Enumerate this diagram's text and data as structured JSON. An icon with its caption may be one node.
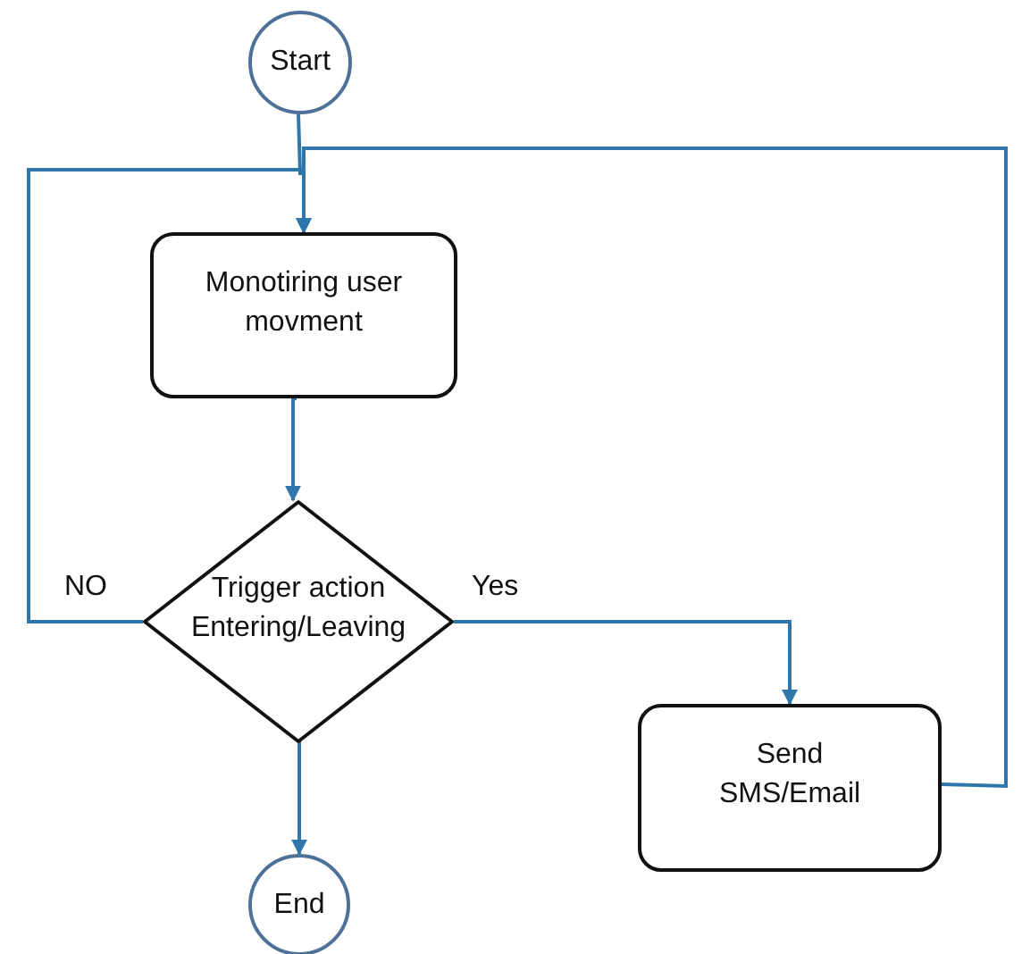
{
  "diagram": {
    "nodes": [
      {
        "text": [
          "Start"
        ]
      },
      {
        "text": [
          "Monotiring user movment"
        ]
      },
      {
        "text": [
          "Trigger action Entering/Leaving"
        ]
      },
      {
        "text": [
          "Send SMS/Email"
        ]
      },
      {
        "text": [
          "End"
        ]
      }
    ],
    "edges": [
      {
        "from": 0,
        "to": 1,
        "arrow": "to"
      },
      {
        "from": 2,
        "to": 1,
        "label": "NO",
        "arrow": "to"
      },
      {
        "from": 3,
        "to": 1,
        "arrow": "to"
      },
      {
        "from": 1,
        "to": 2,
        "arrow": "to"
      },
      {
        "from": 2,
        "to": 3,
        "label": "Yes",
        "arrow": "to"
      },
      {
        "from": 2,
        "to": 4,
        "arrow": "to"
      }
    ]
  }
}
